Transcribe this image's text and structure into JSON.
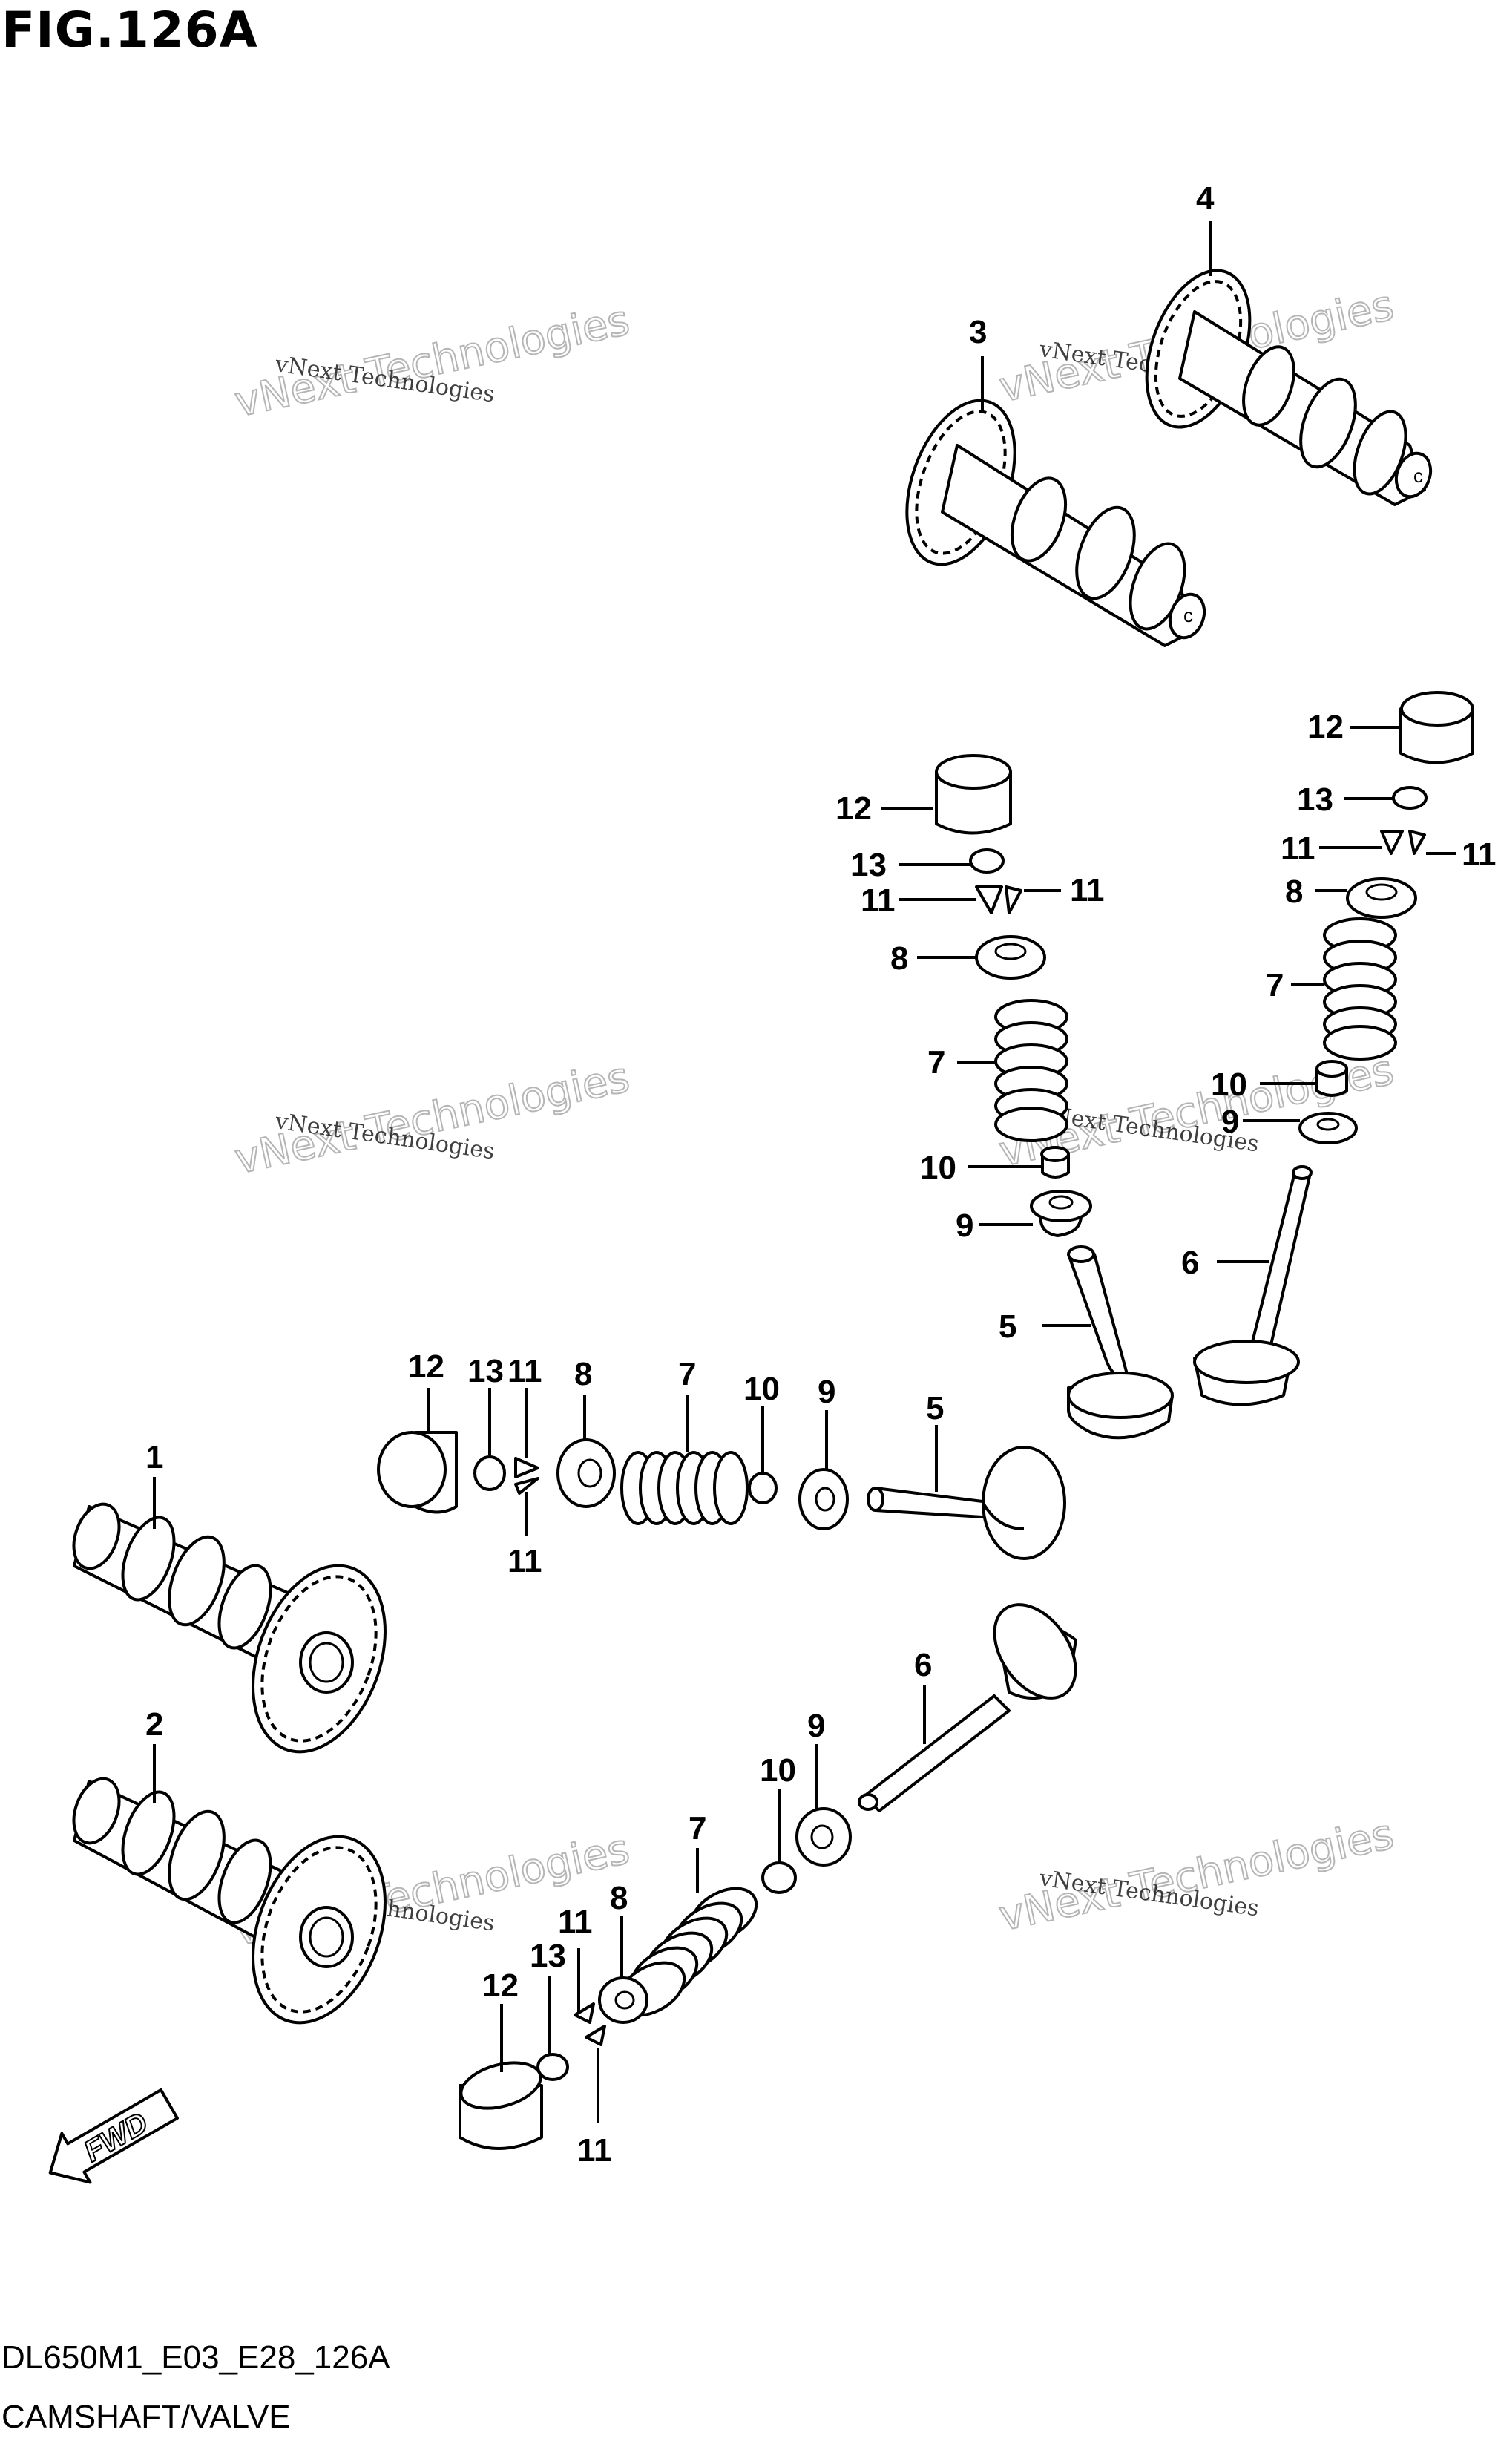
{
  "figure": {
    "title": "FIG.126A",
    "code": "DL650M1_E03_E28_126A",
    "name": "CAMSHAFT/VALVE"
  },
  "labels": {
    "n1": "1",
    "n2": "2",
    "n3": "3",
    "n4": "4",
    "n5": "5",
    "n6": "6",
    "n7": "7",
    "n8": "8",
    "n9": "9",
    "n10": "10",
    "n11": "11",
    "n12": "12",
    "n13": "13"
  },
  "fwd": "FWD",
  "watermark": {
    "small": "vNext Technologies",
    "large": "vNext Technologies"
  }
}
